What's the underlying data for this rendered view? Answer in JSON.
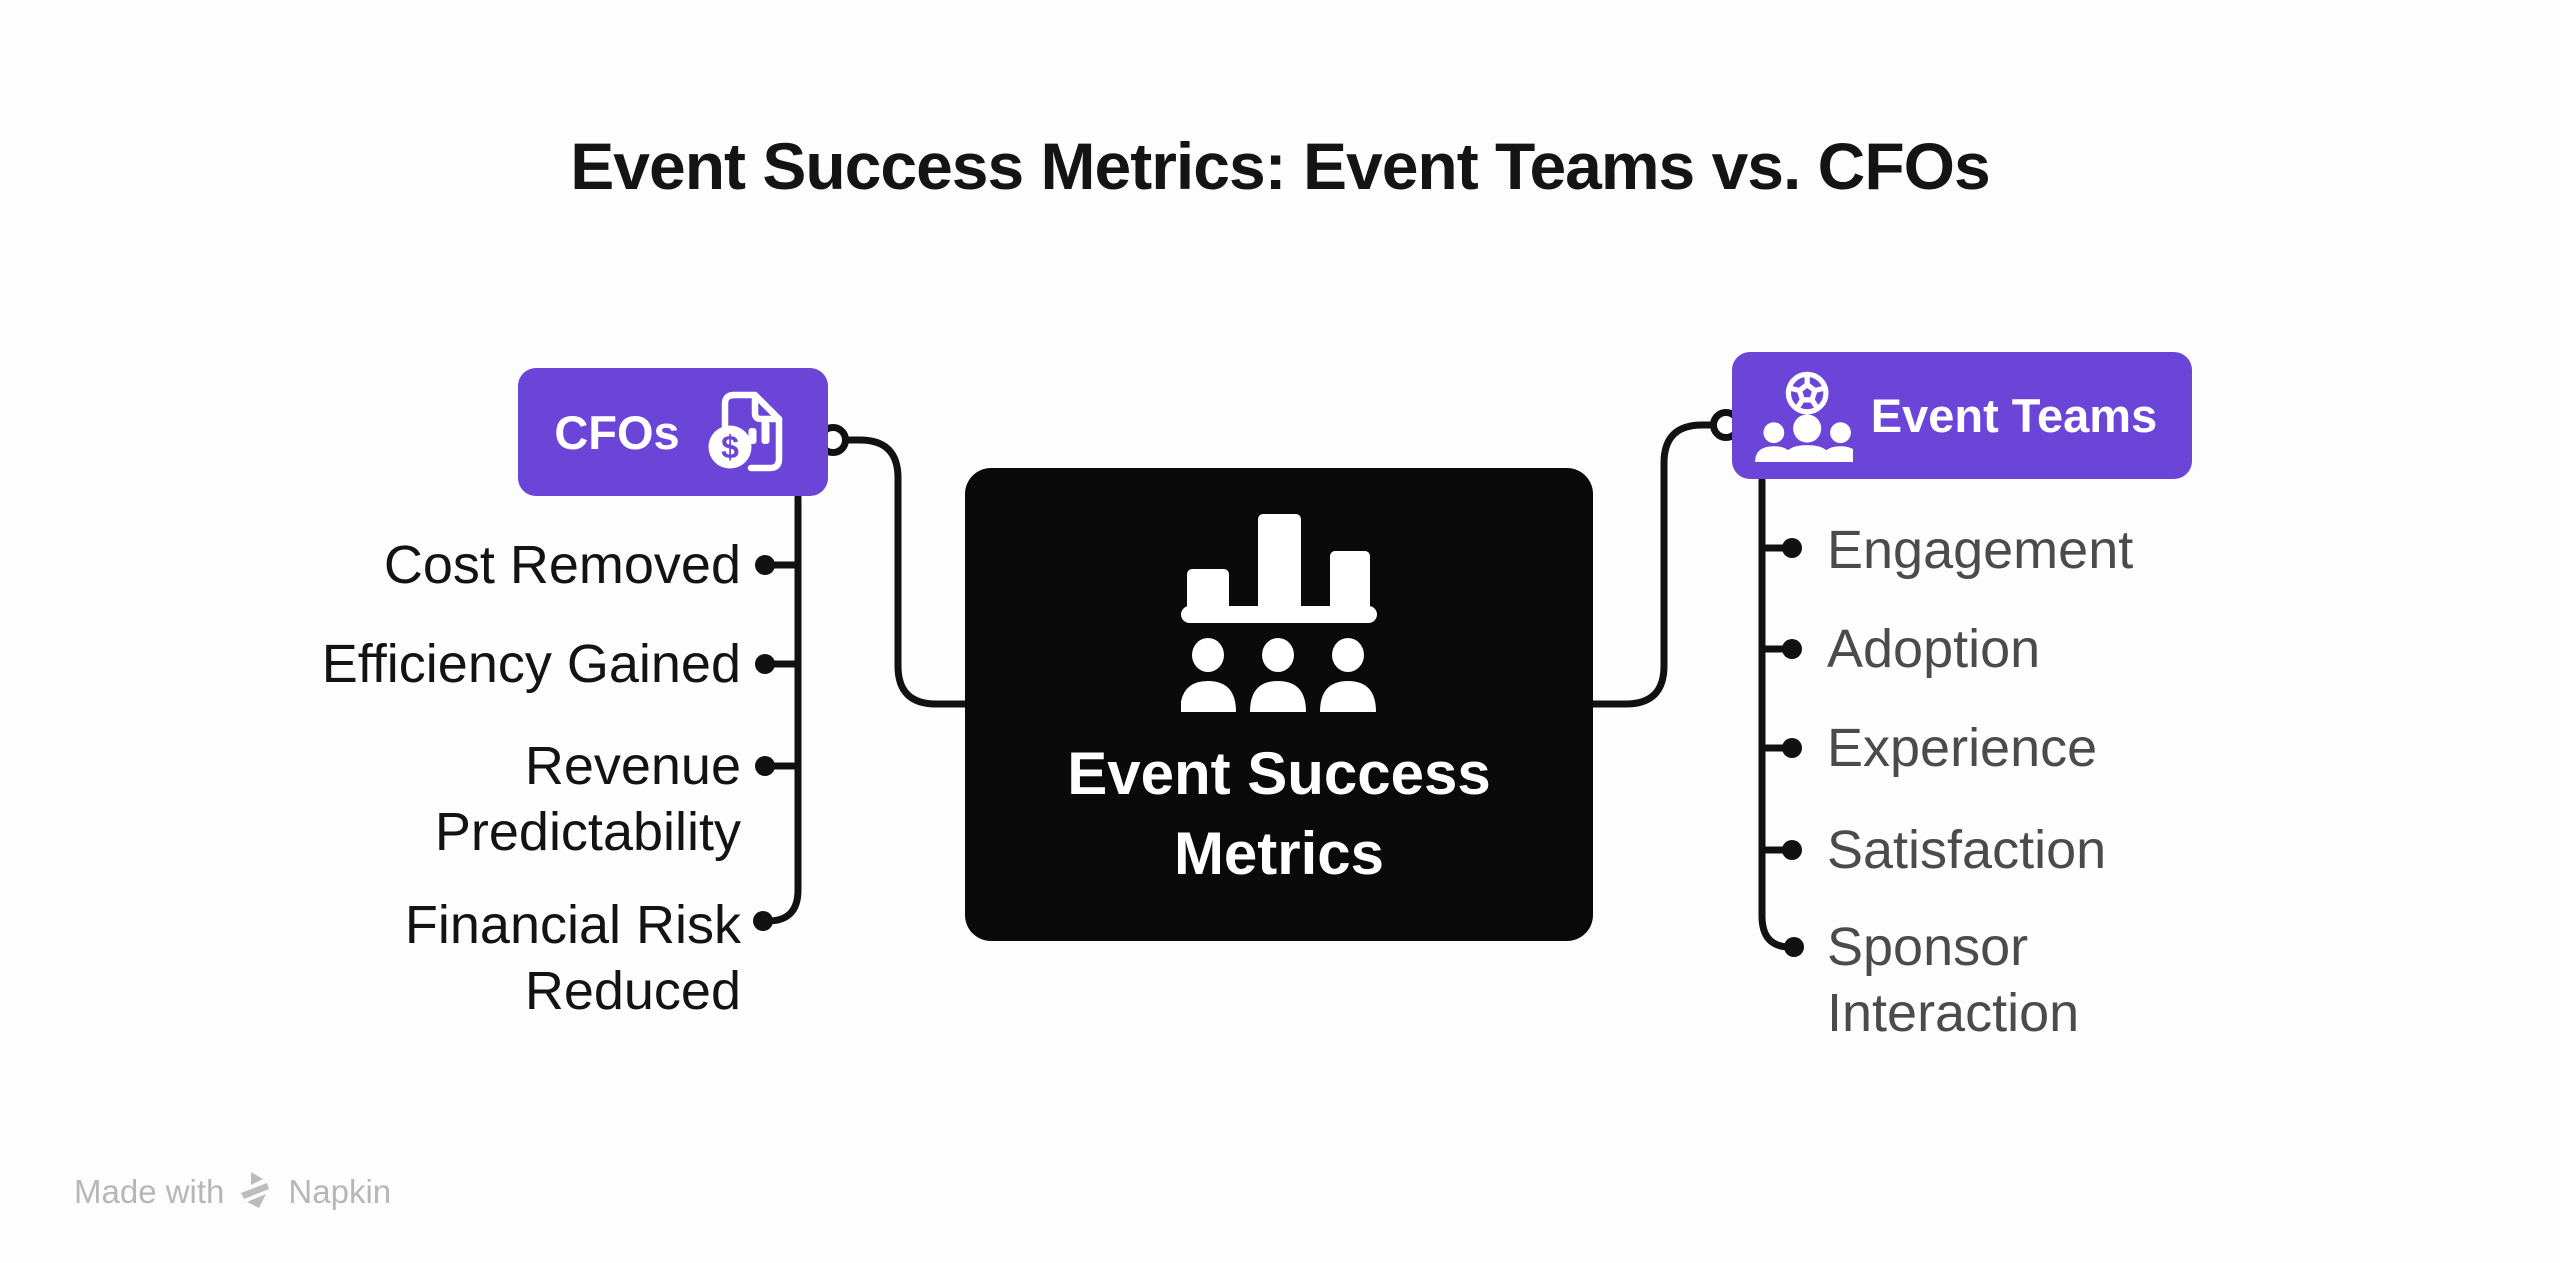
{
  "title": "Event Success Metrics: Event Teams vs. CFOs",
  "center_node": {
    "icon": "bar-chart-people-icon",
    "label": "Event Success\nMetrics"
  },
  "cfo_branch": {
    "label": "CFOs",
    "icon": "financial-report-icon",
    "items": [
      "Cost Removed",
      "Efficiency Gained",
      "Revenue\nPredictability",
      "Financial Risk\nReduced"
    ]
  },
  "event_teams_branch": {
    "label": "Event Teams",
    "icon": "team-ball-icon",
    "items": [
      "Engagement",
      "Adoption",
      "Experience",
      "Satisfaction",
      "Sponsor\nInteraction"
    ]
  },
  "icons": {
    "dollar_glyph": "$"
  },
  "watermark": {
    "made_with": "Made with",
    "brand": "Napkin"
  },
  "colors": {
    "accent_purple": "#6b45d8",
    "center_node_black": "#0a0a0a",
    "left_item_text": "#131313",
    "right_item_text": "#4b4b4b",
    "connector_black": "#111111",
    "watermark_gray": "#b7b7b7",
    "background": "#fdfdfe"
  }
}
